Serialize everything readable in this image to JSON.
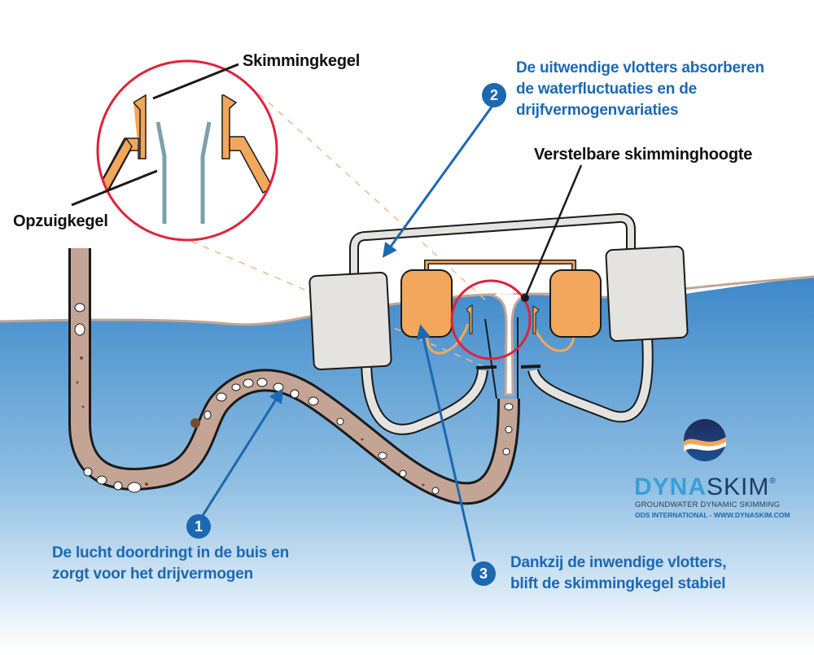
{
  "diagram": {
    "labels": {
      "skimming_cone": "Skimmingkegel",
      "suction_cone": "Opzuigkegel",
      "adjustable_height": "Verstelbare skimminghoogte"
    },
    "callouts": [
      {
        "number": "1",
        "lines": [
          "De lucht doordringt in de buis en",
          "zorgt voor het drijvermogen"
        ]
      },
      {
        "number": "2",
        "lines": [
          "De uitwendige vlotters absorberen",
          "de waterfluctuaties en de",
          "drijfvermogenvariaties"
        ]
      },
      {
        "number": "3",
        "lines": [
          "Dankzij de inwendige vlotters,",
          "blift de skimmingkegel stabiel"
        ]
      }
    ],
    "logo": {
      "brand_part1": "DYNA",
      "brand_part2": "SKIM",
      "registered": "®",
      "tagline": "GROUNDWATER DYNAMIC SKIMMING",
      "company": "ODS INTERNATIONAL - WWW.DYNASKIM.COM"
    },
    "colors": {
      "callout_blue": "#1c68b1",
      "water_top": "#3d88c9",
      "water_bottom": "#ffffff",
      "inner_float": "#f3a75c",
      "outer_float": "#e4e3df",
      "hose": "#c4a595",
      "highlight_circle": "#e0223a",
      "inner_pipe": "#7d9fae"
    }
  }
}
